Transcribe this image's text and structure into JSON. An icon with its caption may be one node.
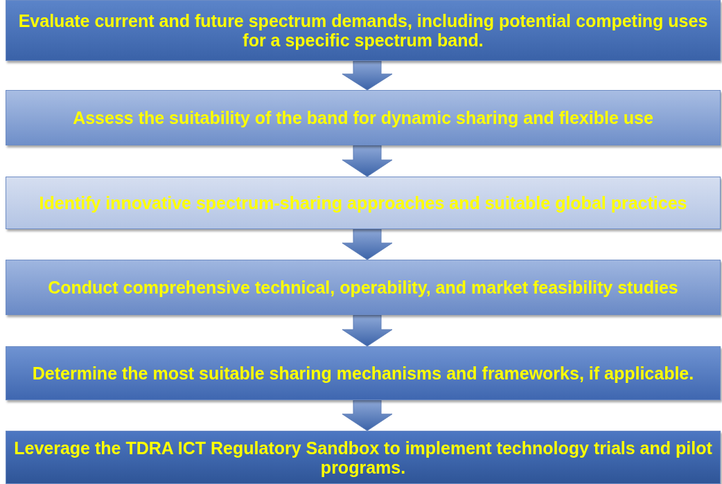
{
  "diagram": {
    "nodes": [
      {
        "text": [
          "Evaluate current and future spectrum demands, including potential competing uses for a specific spectrum band."
        ]
      },
      {
        "text": [
          "Assess the suitability of the band for dynamic sharing and flexible use"
        ]
      },
      {
        "text": [
          "Identify innovative spectrum-sharing approaches and suitable global practices"
        ]
      },
      {
        "text": [
          "Conduct comprehensive technical, operability, and market feasibility studies"
        ]
      },
      {
        "text": [
          "Determine the most suitable sharing mechanisms and frameworks, if applicable."
        ]
      },
      {
        "text": [
          "Leverage the TDRA ICT Regulatory Sandbox to implement technology trials and pilot programs."
        ]
      }
    ],
    "edges": [
      {
        "from": 0,
        "to": 1,
        "arrow": "to"
      },
      {
        "from": 1,
        "to": 2,
        "arrow": "to"
      },
      {
        "from": 2,
        "to": 3,
        "arrow": "to"
      },
      {
        "from": 3,
        "to": 4,
        "arrow": "to"
      },
      {
        "from": 4,
        "to": 5,
        "arrow": "to"
      }
    ]
  }
}
